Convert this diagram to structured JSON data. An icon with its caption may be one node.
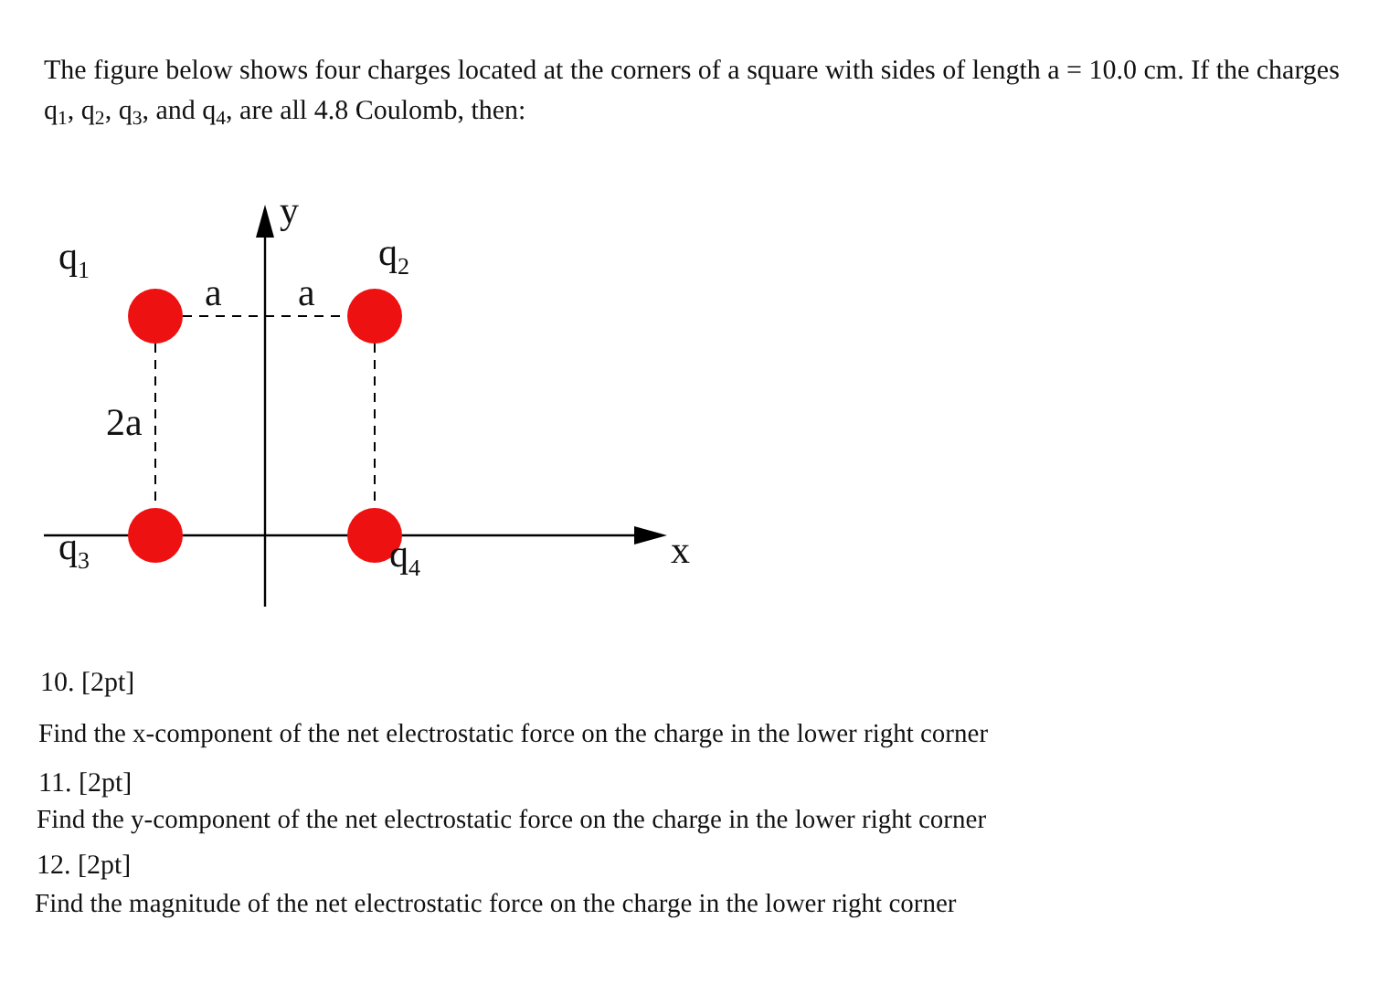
{
  "diagram": {
    "nodes": [
      {
        "text": [
          "q$_{1}$"
        ]
      },
      {
        "text": [
          "q$_{2}$"
        ]
      },
      {
        "text": [
          "q$_{3}$"
        ]
      },
      {
        "text": [
          "q$_{4}$"
        ]
      }
    ],
    "edges": [
      {
        "from": 0,
        "to": 1,
        "arrow": "none",
        "style": "dashed"
      },
      {
        "from": 0,
        "to": 2,
        "arrow": "none",
        "style": "dashed"
      },
      {
        "from": 1,
        "to": 3,
        "arrow": "none",
        "style": "dashed"
      }
    ],
    "labels": [
      "The figure below shows four charges located at the corners of a square with sides of length a = 10.0 cm. If the charges q$_{1}$, q$_{2}$, q$_{3}$, and q$_{4}$, are all 4.8 Coulomb, then:",
      "y",
      "a",
      "a",
      "2a",
      "x",
      "10. [2pt]",
      "Find the x-component of the net electrostatic force on the charge in the lower right corner",
      "11. [2pt]",
      "Find the y-component of the net electrostatic force on the charge in the lower right corner",
      "12. [2pt]",
      "Find the magnitude of the net electrostatic force on the charge in the lower right corner"
    ]
  }
}
